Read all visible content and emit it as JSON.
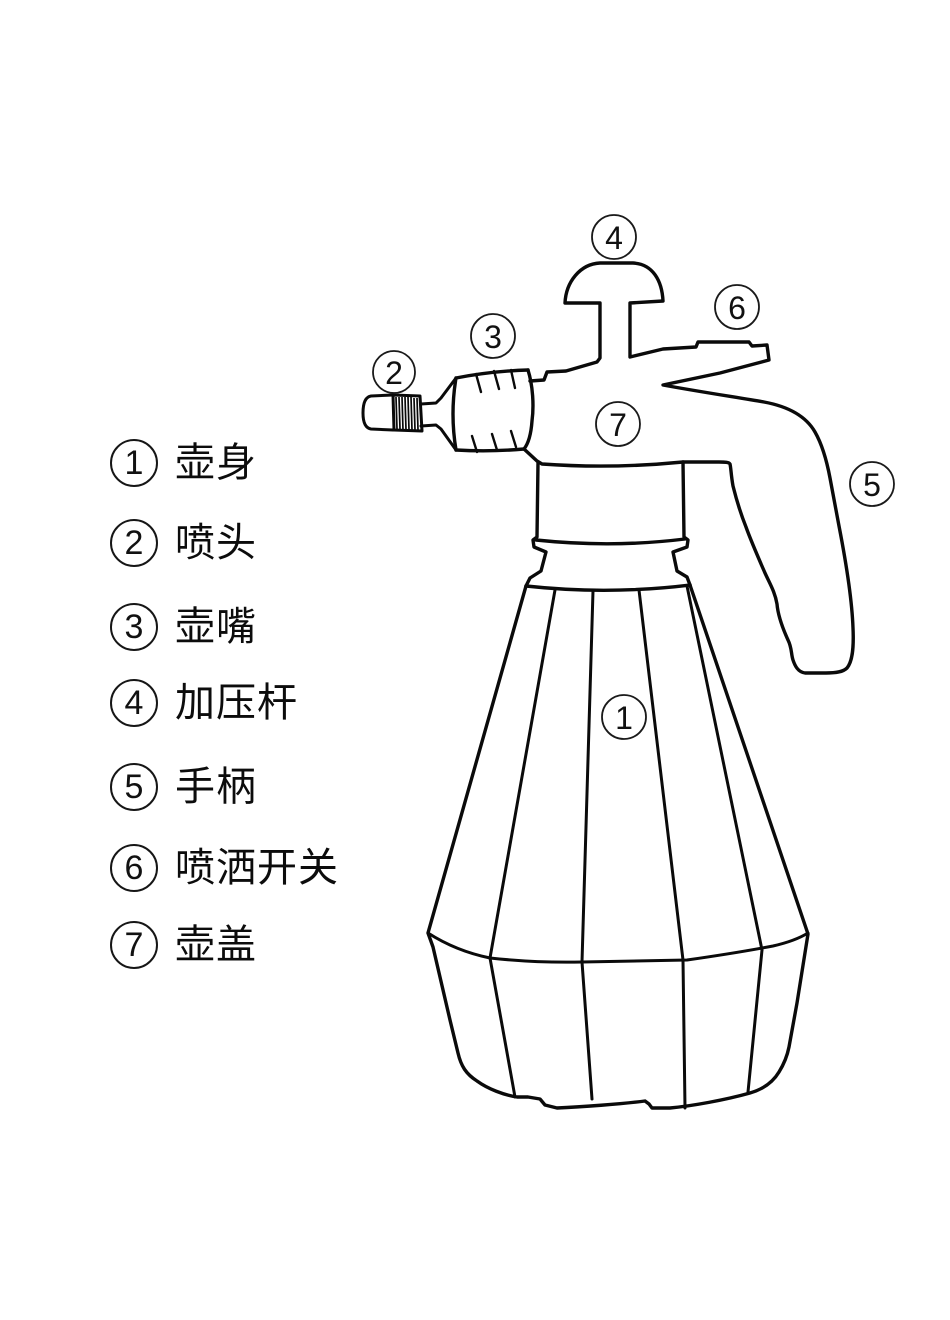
{
  "colors": {
    "line": "#0a0a0a",
    "background": "#ffffff"
  },
  "legend": {
    "items": [
      {
        "number": "1",
        "label": "壶身"
      },
      {
        "number": "2",
        "label": "喷头"
      },
      {
        "number": "3",
        "label": "壶嘴"
      },
      {
        "number": "4",
        "label": "加压杆"
      },
      {
        "number": "5",
        "label": "手柄"
      },
      {
        "number": "6",
        "label": "喷洒开关"
      },
      {
        "number": "7",
        "label": "壶盖"
      }
    ]
  },
  "callouts": {
    "items": [
      {
        "number": "1"
      },
      {
        "number": "2"
      },
      {
        "number": "3"
      },
      {
        "number": "4"
      },
      {
        "number": "5"
      },
      {
        "number": "6"
      },
      {
        "number": "7"
      }
    ]
  }
}
